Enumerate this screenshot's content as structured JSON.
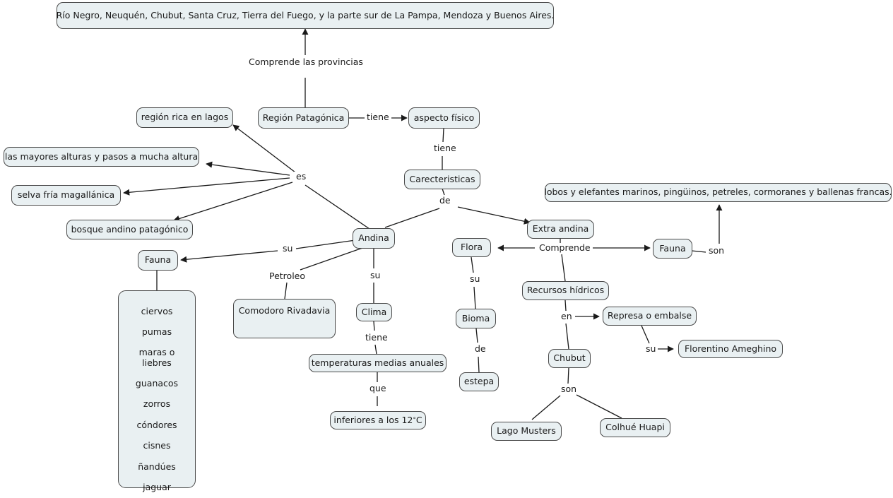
{
  "title": "Mapa conceptual - Región Patagónica",
  "colors": {
    "node_fill": "#e9f0f2",
    "node_border": "#4a4a4a",
    "edge": "#1a1a1a",
    "text": "#1a1a1a",
    "background": "#ffffff"
  },
  "nodes": {
    "provincias": "Río Negro, Neuquén, Chubut, Santa Cruz, Tierra del Fuego, y la parte sur de La Pampa, Mendoza y Buenos Aires.",
    "region_patagonica": "Región Patagónica",
    "aspecto_fisico": "aspecto físico",
    "carecteristicas": "Carecteristicas",
    "region_rica_lagos": "región rica en lagos",
    "mayores_alturas": "las mayores alturas y pasos a mucha altura",
    "selva_fria": "selva fría magallánica",
    "bosque_andino": "bosque andino patagónico",
    "andina": "Andina",
    "fauna_andina": "Fauna",
    "comodoro": "Comodoro Rivadavia",
    "clima": "Clima",
    "temperaturas": "temperaturas medias anuales",
    "inferiores": "inferiores a los 12",
    "inferiores_unit": "C",
    "extra_andina": "Extra andina",
    "flora": "Flora",
    "fauna_extra": "Fauna",
    "marinos": "lobos y elefantes marinos, pingüinos, petreles, cormoranes y ballenas francas.",
    "bioma": "Bioma",
    "estepa": "estepa",
    "recursos_hidricos": "Recursos hídricos",
    "represa": "Represa o embalse",
    "florentino": "Florentino Ameghino",
    "chubut": "Chubut",
    "lago_musters": "Lago Musters",
    "colhue_huapi": "Colhué Huapi"
  },
  "fauna_andina_list": [
    "ciervos",
    "pumas",
    "maras o liebres",
    "guanacos",
    "zorros",
    "cóndores",
    "cisnes",
    "ñandúes",
    "jaguar"
  ],
  "link_labels": {
    "comprende_provincias": "Comprende las provincias",
    "tiene_aspecto": "tiene",
    "tiene_carecteristicas": "tiene",
    "de_andina": "de",
    "es": "es",
    "su_fauna": "su",
    "petroleo": "Petroleo",
    "su_clima": "su",
    "tiene_temperaturas": "tiene",
    "que": "que",
    "comprende": "Comprende",
    "son_marinos": "son",
    "su_bioma": "su",
    "de_estepa": "de",
    "en_represa": "en",
    "su_florentino": "su",
    "son_lagos": "son"
  }
}
